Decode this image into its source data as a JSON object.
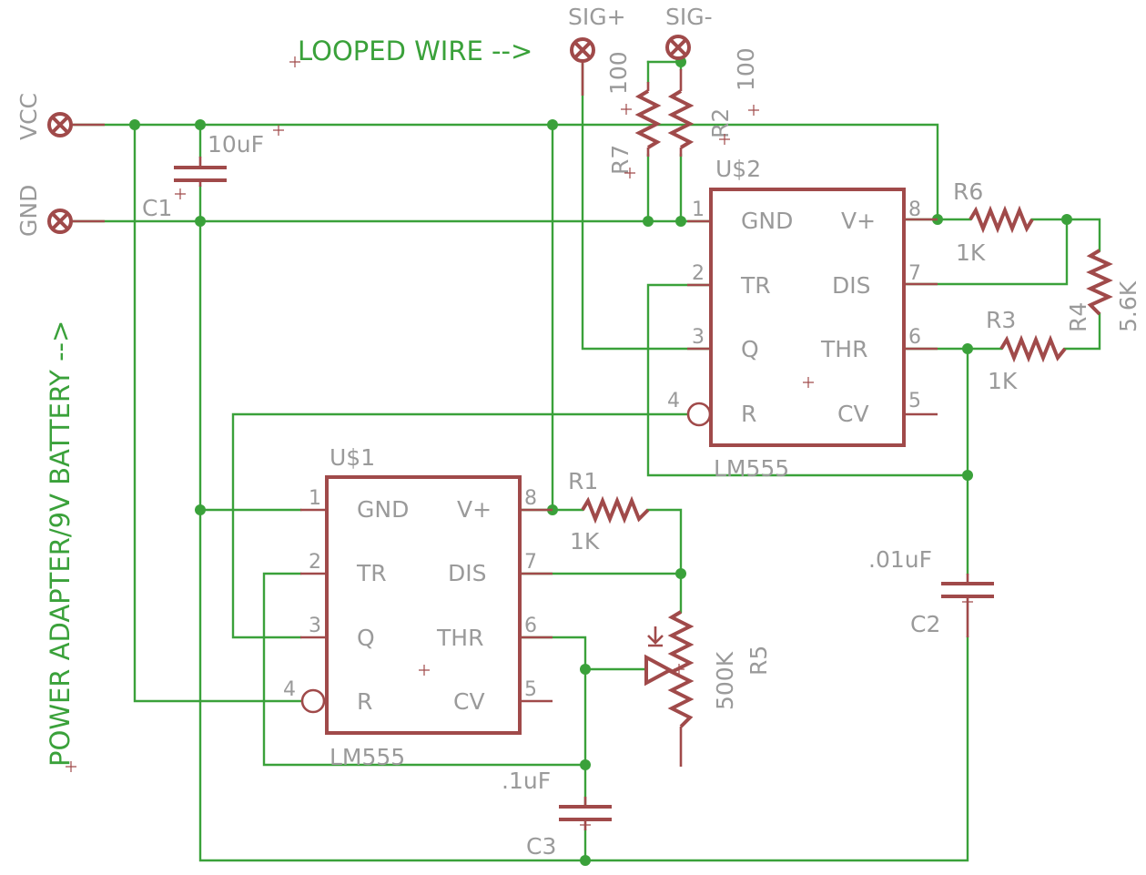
{
  "connectors": {
    "vcc": "VCC",
    "gnd": "GND",
    "sig_plus": "SIG+",
    "sig_minus": "SIG-"
  },
  "notes": {
    "power": "POWER ADAPTER/9V BATTERY -->",
    "loop": "LOOPED WIRE -->"
  },
  "u1": {
    "name": "U$1",
    "value": "LM555",
    "pin_numbers": [
      "1",
      "2",
      "3",
      "4",
      "8",
      "7",
      "6",
      "5"
    ],
    "pin_labels": [
      "GND",
      "TR",
      "Q",
      "R",
      "V+",
      "DIS",
      "THR",
      "CV"
    ]
  },
  "u2": {
    "name": "U$2",
    "value": "LM555",
    "pin_numbers": [
      "1",
      "2",
      "3",
      "4",
      "8",
      "7",
      "6",
      "5"
    ],
    "pin_labels": [
      "GND",
      "TR",
      "Q",
      "R",
      "V+",
      "DIS",
      "THR",
      "CV"
    ]
  },
  "resistors": {
    "r1": {
      "name": "R1",
      "value": "1K"
    },
    "r2": {
      "name": "R2",
      "value": "100"
    },
    "r3": {
      "name": "R3",
      "value": "1K"
    },
    "r4": {
      "name": "R4",
      "value": "5.6K"
    },
    "r5": {
      "name": "R5",
      "value": "500K"
    },
    "r6": {
      "name": "R6",
      "value": "1K"
    },
    "r7": {
      "name": "R7",
      "value": "100"
    }
  },
  "capacitors": {
    "c1": {
      "name": "C1",
      "value": "10uF"
    },
    "c2": {
      "name": "C2",
      "value": ".01uF"
    },
    "c3": {
      "name": "C3",
      "value": ".1uF"
    }
  },
  "colors": {
    "net": "#3aa13a",
    "component": "#a04a4a",
    "label": "#9a9a9a",
    "background": "#ffffff"
  }
}
